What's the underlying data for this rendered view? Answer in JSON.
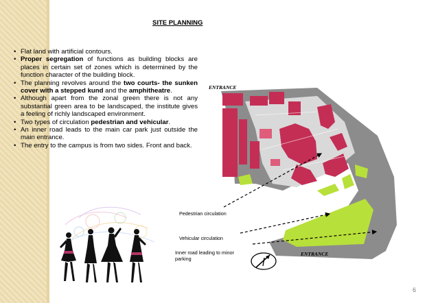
{
  "title": "SITE PLANNING",
  "bullets": [
    [
      {
        "t": "Flat land with artificial contours."
      }
    ],
    [
      {
        "t": "Proper segregation",
        "b": true
      },
      {
        "t": " of functions as building blocks are places in certain set of zones which is determined by the function character of the building block."
      }
    ],
    [
      {
        "t": "The planning revolves around the "
      },
      {
        "t": "two courts- the sunken cover with a stepped kund",
        "b": true
      },
      {
        "t": " and the "
      },
      {
        "t": "amphitheatre",
        "b": true
      },
      {
        "t": "."
      }
    ],
    [
      {
        "t": "Although apart from the zonal green there is not any substantial green area to be landscaped, the institute gives a feeling of richly landscaped environment."
      }
    ],
    [
      {
        "t": "Two types of circulation   "
      },
      {
        "t": "pedestrian and vehicular",
        "b": true
      },
      {
        "t": "."
      }
    ],
    [
      {
        "t": "An inner road leads to the main car park just outside the main entrance."
      }
    ],
    [
      {
        "t": "The entry to the campus is from two sides.  Front and back."
      }
    ]
  ],
  "plan": {
    "entrance_top": "ENTRANCE",
    "entrance_bottom": "ENTRANCE",
    "pedestrian": "Pedestrian circulation",
    "vehicular": "Vehicular circulation",
    "inner_road": "Inner road leading to minor parking"
  },
  "colors": {
    "building": "#c42e55",
    "road": "#8c8c8c",
    "green": "#b8e03a",
    "light": "#d9d9d9"
  },
  "page_number": "6"
}
